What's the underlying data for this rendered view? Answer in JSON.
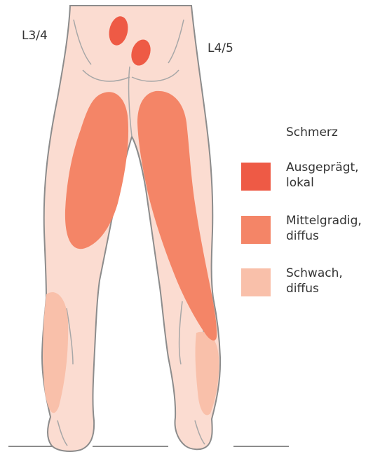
{
  "labels": {
    "upper_left": "L3/4",
    "upper_right": "L4/5"
  },
  "legend": {
    "title": "Schmerz",
    "items": [
      {
        "line1": "Ausgeprägt,",
        "line2": "lokal",
        "color": "#ee5a45"
      },
      {
        "line1": "Mittelgradig,",
        "line2": "diffus",
        "color": "#f48567"
      },
      {
        "line1": "Schwach,",
        "line2": "diffus",
        "color": "#f9c0aa"
      }
    ]
  },
  "colors": {
    "skin": "#fbdcd1",
    "outline": "#8c8c8c",
    "strong": "#ee5a45",
    "medium": "#f48567",
    "weak": "#f9c0aa"
  }
}
